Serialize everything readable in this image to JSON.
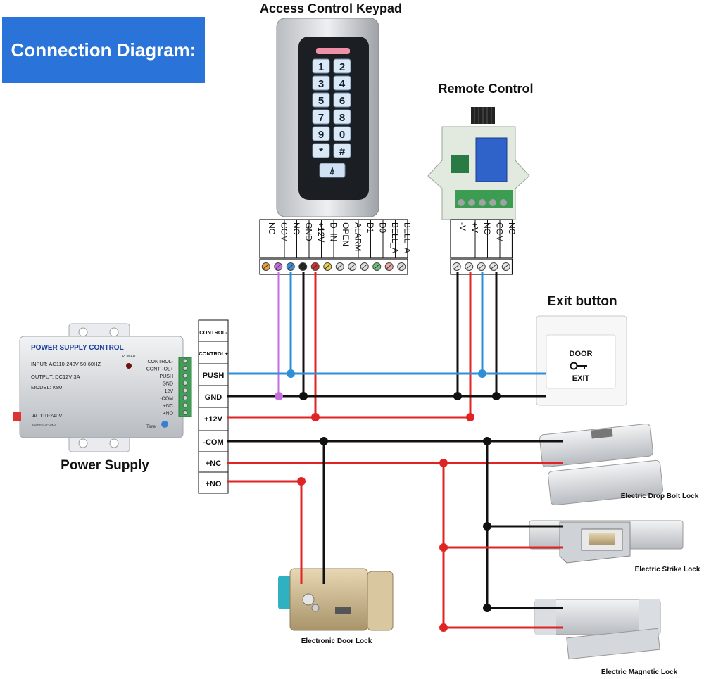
{
  "banner": "Connection Diagram:",
  "titles": {
    "keypad": "Access Control Keypad",
    "remote": "Remote Control",
    "exit": "Exit button",
    "power": "Power Supply"
  },
  "keypad_keys": [
    "1",
    "2",
    "3",
    "4",
    "5",
    "6",
    "7",
    "8",
    "9",
    "0",
    "*",
    "#"
  ],
  "keypad_terminals": [
    "NC",
    "COM",
    "NO",
    "GND",
    "+12V",
    "D_IN",
    "OPEN",
    "ALARM",
    "D1",
    "D0",
    "BELL_A",
    "BELL_A"
  ],
  "keypad_terminal_colors": [
    "#e8a33a",
    "#c46ee0",
    "#3a8fd8",
    "#222222",
    "#d92b2b",
    "#e9d24a",
    "#dddddd",
    "#dddddd",
    "#dddddd",
    "#6fc27a",
    "#f0a7a7",
    "#dddddd"
  ],
  "remote_terminals": [
    "-V",
    "+V",
    "NO",
    "COM",
    "NC"
  ],
  "ps_terminals": [
    "CONTROL-",
    "CONTROL+",
    "PUSH",
    "GND",
    "+12V",
    "-COM",
    "+NC",
    "+NO"
  ],
  "power_supply": {
    "heading": "POWER SUPPLY CONTROL",
    "input": "INPUT: AC110-240V  50-60HZ",
    "output": "OUTPUT: DC12V   3A",
    "model": "MODEL:  K80",
    "ac": "AC110-240V",
    "made": "MADE IN CHINA",
    "power_led": "POWER",
    "time": "Time",
    "side_labels": [
      "CONTROL-",
      "CONTROL+",
      "PUSH",
      "GND",
      "+12V",
      "-COM",
      "+NC",
      "+NO"
    ]
  },
  "exit_button": {
    "top": "DOOR",
    "bottom": "EXIT"
  },
  "locks": {
    "drop_bolt": "Electric Drop Bolt Lock",
    "strike": "Electric Strike Lock",
    "door": "Electronic Door Lock",
    "magnetic": "Electric Magnetic Lock"
  },
  "colors": {
    "black": "#111111",
    "red": "#e02424",
    "blue": "#2f8fd6",
    "purple": "#c46ee0",
    "banner": "#2a73d8"
  }
}
